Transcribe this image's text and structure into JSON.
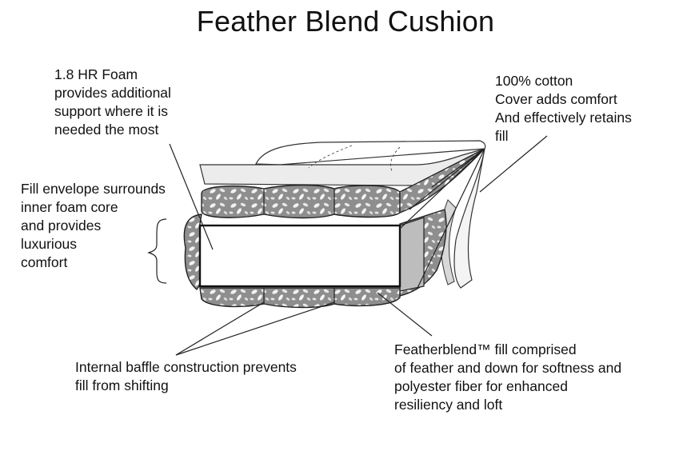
{
  "title": "Feather Blend Cushion",
  "labels": {
    "foam": [
      "1.8 HR Foam",
      "provides additional",
      "support where it is",
      "needed the most"
    ],
    "cover": [
      "100% cotton",
      "Cover adds comfort",
      "And effectively retains",
      "fill"
    ],
    "envelope": [
      "Fill envelope surrounds",
      "inner foam core",
      "and provides",
      "luxurious",
      "comfort"
    ],
    "baffle": [
      "Internal baffle construction prevents",
      "fill from shifting"
    ],
    "fill": [
      "Featherblend™ fill comprised",
      "of feather and down for softness and",
      "polyester fiber for enhanced",
      "resiliency and loft"
    ]
  }
}
